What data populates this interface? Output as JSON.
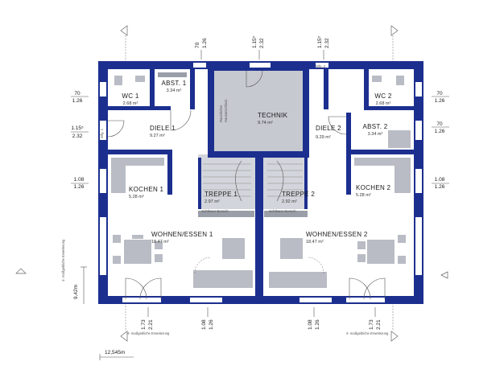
{
  "colors": {
    "wall": "#1c2f8f",
    "furniture": "#b9bcc4",
    "stair": "#c6c9d0"
  },
  "rooms": {
    "abst1": {
      "label": "ABST. 1",
      "area": "3.34 m²"
    },
    "wc1": {
      "label": "WC 1",
      "area": "2.68 m²"
    },
    "technik": {
      "label": "TECHNIK",
      "area": "9.74 m²"
    },
    "wc2": {
      "label": "WC 2",
      "area": "2.68 m²"
    },
    "diele1": {
      "label": "DIELE 1",
      "area": "9.27 m²"
    },
    "diele2": {
      "label": "DIELE 2",
      "area": "9.29 m²"
    },
    "abst2": {
      "label": "ABST. 2",
      "area": "3.34 m²"
    },
    "kochen1": {
      "label": "KOCHEN 1",
      "area": "5.28 m²"
    },
    "kochen2": {
      "label": "KOCHEN 2",
      "area": "5.28 m²"
    },
    "treppe1": {
      "label": "TREPPE 1",
      "area": "2.97 m²"
    },
    "treppe2": {
      "label": "TREPPE 2",
      "area": "2.92 m²"
    },
    "wohnen1": {
      "label": "WOHNEN/ESSEN 1",
      "area": "18.47 m²"
    },
    "wohnen2": {
      "label": "WOHNEN/ESSEN 2",
      "area": "18.47 m²"
    }
  },
  "annotations": {
    "wfg_left": "Wfg. 1",
    "wfg_right": "Wfg. 2",
    "raumlicher": "Raumlicher",
    "hausanschluss": "Hausanschluss",
    "sichtbar": "sichtbarer Bereich",
    "erweiterung": "4- maßgebliche Erweiterung",
    "erweiterung_side": "4- maßgebliche Erweiterung"
  },
  "dimensions": {
    "top_a_1": "70",
    "top_a_2": "1.26",
    "top_b_1": "1.15⁵",
    "top_b_2": "2.32",
    "top_c_1": "1.15⁵",
    "top_c_2": "2.32",
    "left_a_1": "70",
    "left_a_2": "1.26",
    "left_b_1": "1.15⁵",
    "left_b_2": "2.32",
    "left_c_1": "1.08",
    "left_c_2": "1.26",
    "right_a_1": "70",
    "right_a_2": "1.26",
    "right_b_1": "70",
    "right_b_2": "1.26",
    "right_c_1": "1.08",
    "right_c_2": "1.26",
    "bot_a_1": "1.73",
    "bot_a_2": "2.21",
    "bot_b_1": "1.08",
    "bot_b_2": "1.26",
    "bot_c_1": "1.08",
    "bot_c_2": "1.26",
    "bot_d_1": "1.73",
    "bot_d_2": "2.21",
    "width": "12,545m",
    "height": "9,42m"
  }
}
